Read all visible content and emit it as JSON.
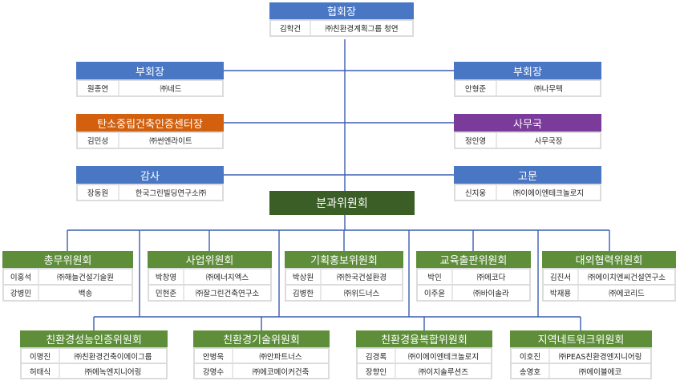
{
  "colors": {
    "blue": "#4a77c4",
    "orange": "#d2600f",
    "purple": "#7a3b9a",
    "dark_green": "#3b5e27",
    "green": "#5f8e3a",
    "line": "#3c5db0"
  },
  "president": {
    "title": "협회장",
    "rows": [
      [
        "김학건",
        "㈜친환경계획그룹 청연"
      ]
    ]
  },
  "vp_left": {
    "title": "부회장",
    "rows": [
      [
        "원종연",
        "㈜네드"
      ]
    ]
  },
  "vp_right": {
    "title": "부회장",
    "rows": [
      [
        "안형준",
        "㈜나무텍"
      ]
    ]
  },
  "carbon_center": {
    "title": "탄소중립건축인증센터장",
    "rows": [
      [
        "김민성",
        "㈜썬엔라이트"
      ]
    ]
  },
  "secretariat": {
    "title": "사무국",
    "rows": [
      [
        "정인영",
        "사무국장"
      ]
    ]
  },
  "auditor": {
    "title": "감사",
    "rows": [
      [
        "장동원",
        "한국그린빌딩연구소㈜"
      ]
    ]
  },
  "advisor": {
    "title": "고문",
    "rows": [
      [
        "신지웅",
        "㈜이에이엔테크놀로지"
      ]
    ]
  },
  "subcommittee": {
    "title": "분과위원회"
  },
  "committees_row1": [
    {
      "title": "총무위원회",
      "rows": [
        [
          "이홍석",
          "㈜해늘건설기술원"
        ],
        [
          "강병민",
          "백송"
        ]
      ]
    },
    {
      "title": "사업위원회",
      "rows": [
        [
          "박창영",
          "㈜에너지엑스"
        ],
        [
          "민현준",
          "㈜잘그린건축연구소"
        ]
      ]
    },
    {
      "title": "기획홍보위원회",
      "rows": [
        [
          "박상원",
          "㈜한국건설환경"
        ],
        [
          "김병한",
          "㈜위드너스"
        ]
      ]
    },
    {
      "title": "교육출판위원회",
      "rows": [
        [
          "박인",
          "㈜에코다"
        ],
        [
          "이주윤",
          "㈜바이솔라"
        ]
      ]
    },
    {
      "title": "대외협력위원회",
      "rows": [
        [
          "김진서",
          "㈜에이치엔씨건설연구소"
        ],
        [
          "박재용",
          "㈜에코리드"
        ]
      ]
    }
  ],
  "committees_row2": [
    {
      "title": "친환경성능인증위원회",
      "rows": [
        [
          "이명진",
          "㈜친환경건축이에이그룹"
        ],
        [
          "허태식",
          "㈜에녹엔지니어링"
        ]
      ]
    },
    {
      "title": "친환경기술위원회",
      "rows": [
        [
          "안병욱",
          "㈜안파트너스"
        ],
        [
          "강명수",
          "㈜에코메이커건축"
        ]
      ]
    },
    {
      "title": "친환경융복합위원회",
      "rows": [
        [
          "김경록",
          "㈜이에이엔테크놀로지"
        ],
        [
          "장향인",
          "㈜이지솔루션즈"
        ]
      ]
    },
    {
      "title": "지역네트워크위원회",
      "rows": [
        [
          "이호진",
          "㈜PEAS친환경엔지니어링"
        ],
        [
          "송영호",
          "㈜에이블에코"
        ]
      ]
    }
  ]
}
